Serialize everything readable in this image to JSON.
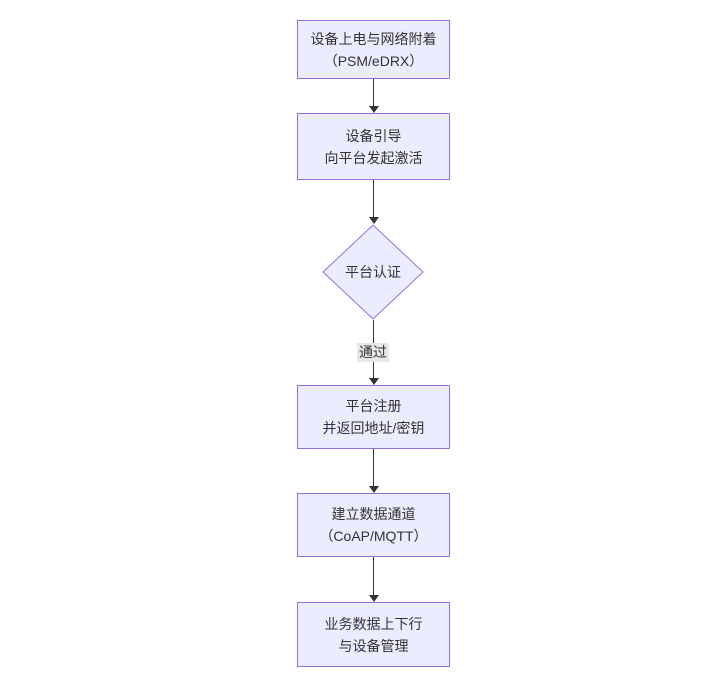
{
  "diagram": {
    "type": "flowchart",
    "direction": "top-down",
    "colors": {
      "node_fill": "#ECECFF",
      "node_border": "#9370DB",
      "edge_line": "#333333",
      "text": "#333333",
      "edge_label_bg": "#e8e8e8",
      "background": "#ffffff"
    },
    "nodes": [
      {
        "id": "n1",
        "shape": "rect",
        "lines": [
          "设备上电与网络附着",
          "（PSM/eDRX）"
        ]
      },
      {
        "id": "n2",
        "shape": "rect",
        "lines": [
          "设备引导",
          "向平台发起激活"
        ]
      },
      {
        "id": "n3",
        "shape": "diamond",
        "lines": [
          "平台认证"
        ]
      },
      {
        "id": "n4",
        "shape": "rect",
        "lines": [
          "平台注册",
          "并返回地址/密钥"
        ]
      },
      {
        "id": "n5",
        "shape": "rect",
        "lines": [
          "建立数据通道",
          "（CoAP/MQTT）"
        ]
      },
      {
        "id": "n6",
        "shape": "rect",
        "lines": [
          "业务数据上下行",
          "与设备管理"
        ]
      }
    ],
    "edges": [
      {
        "from": "n1",
        "to": "n2",
        "label": ""
      },
      {
        "from": "n2",
        "to": "n3",
        "label": ""
      },
      {
        "from": "n3",
        "to": "n4",
        "label": "通过"
      },
      {
        "from": "n4",
        "to": "n5",
        "label": ""
      },
      {
        "from": "n5",
        "to": "n6",
        "label": ""
      }
    ]
  }
}
